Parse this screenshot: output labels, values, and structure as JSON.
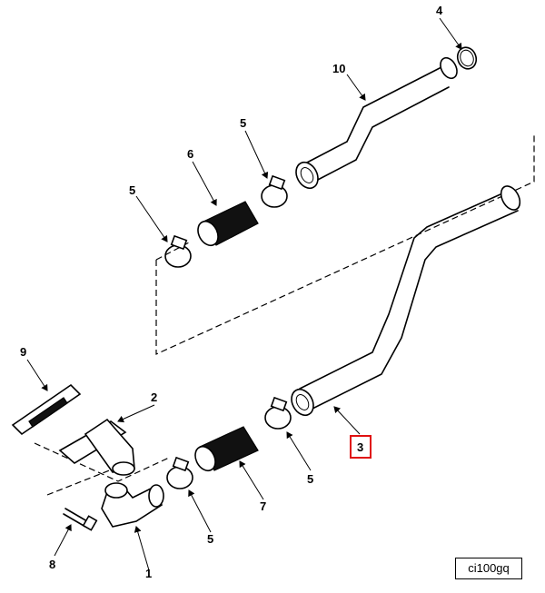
{
  "callouts": {
    "c1": "1",
    "c2": "2",
    "c3": "3",
    "c4": "4",
    "c5a": "5",
    "c5b": "5",
    "c5c": "5",
    "c5d": "5",
    "c6": "6",
    "c7": "7",
    "c8": "8",
    "c9": "9",
    "c10": "10"
  },
  "reference_code": "ci100gq",
  "highlight": {
    "callout": "3",
    "color": "#e01010"
  }
}
